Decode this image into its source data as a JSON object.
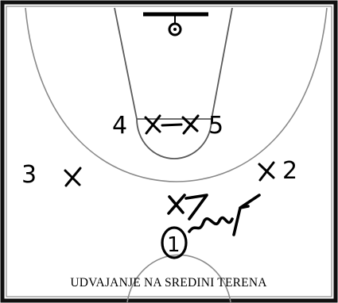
{
  "diagram": {
    "caption": "UDVAJANJE NA SREDINI TERENA",
    "players": [
      {
        "id": "4",
        "label": "4"
      },
      {
        "id": "5",
        "label": "5"
      },
      {
        "id": "3",
        "label": "3"
      },
      {
        "id": "2",
        "label": "2"
      },
      {
        "id": "ball-handler",
        "label": "1"
      }
    ]
  }
}
